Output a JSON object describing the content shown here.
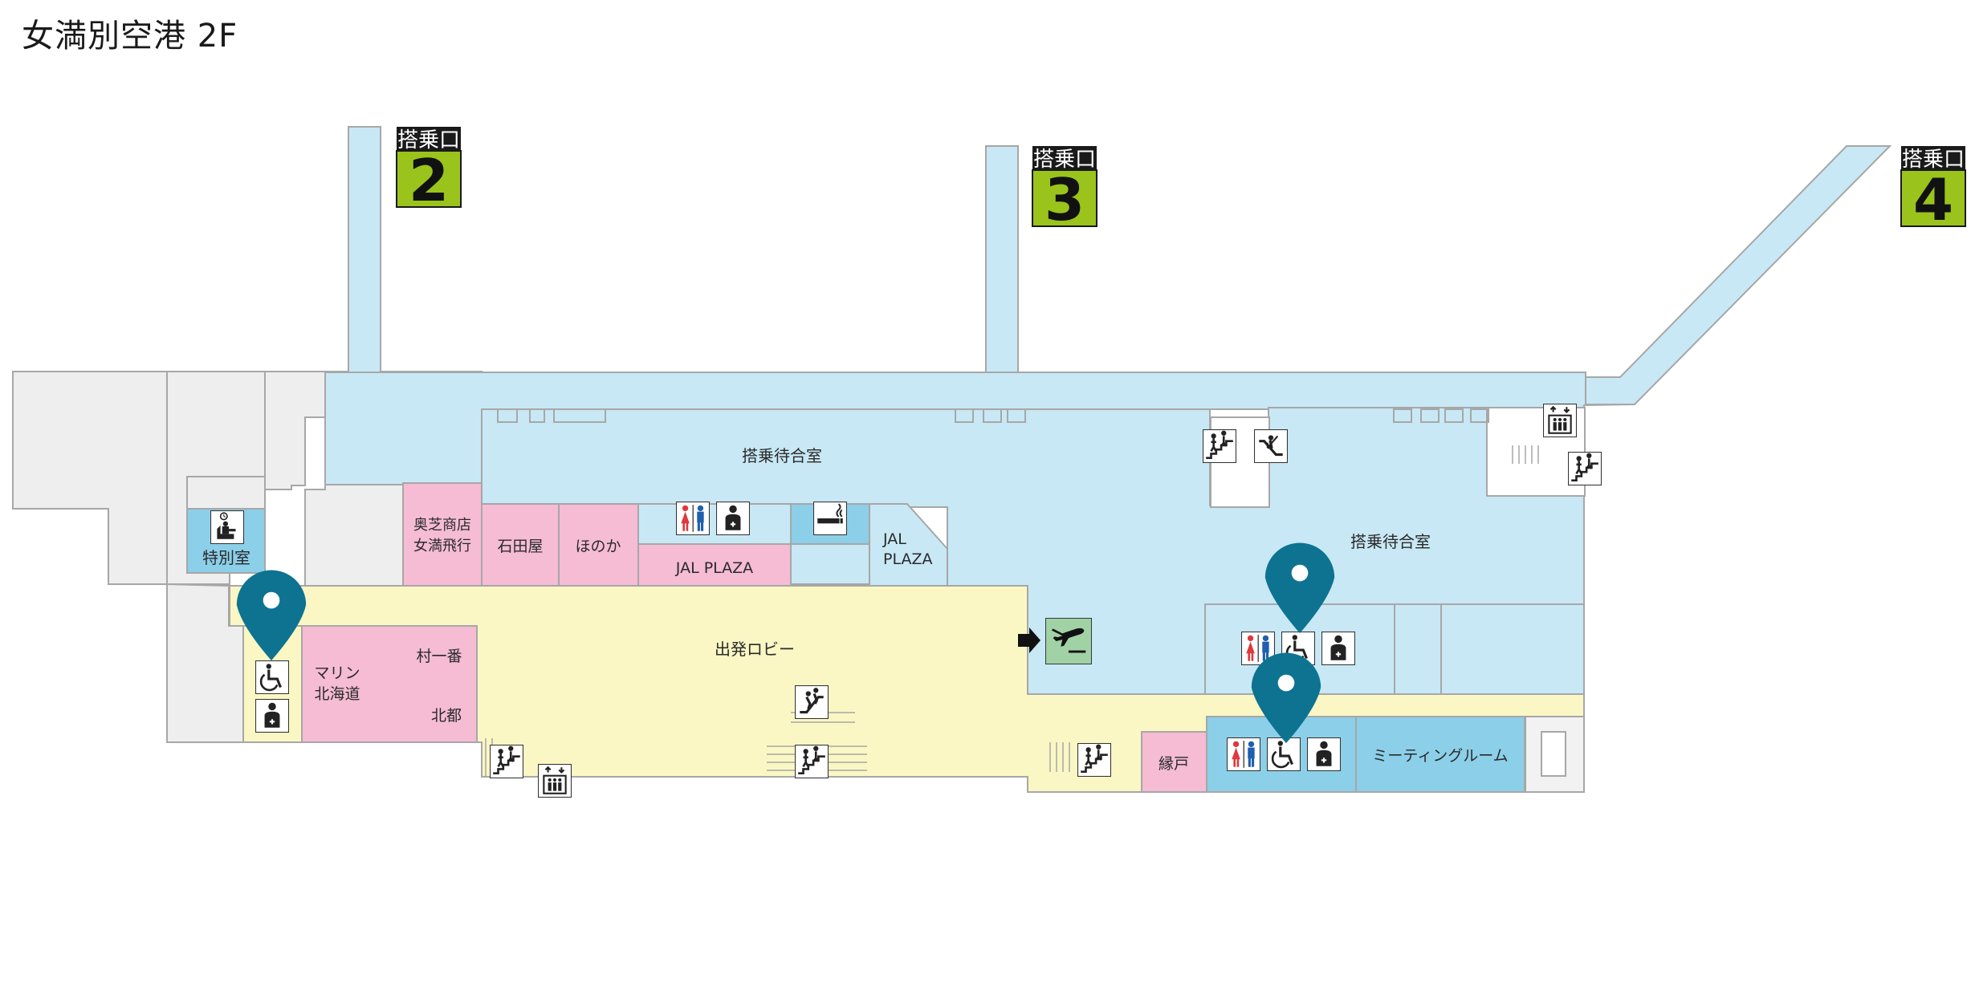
{
  "title": "女満別空港 2F",
  "gates": [
    {
      "label": "搭乗口",
      "number": "2"
    },
    {
      "label": "搭乗口",
      "number": "3"
    },
    {
      "label": "搭乗口",
      "number": "4"
    }
  ],
  "rooms": {
    "boarding_lounge_1": "搭乗待合室",
    "boarding_lounge_2": "搭乗待合室",
    "departure_lobby": "出発ロビー",
    "special_room": "特別室",
    "shop_okushiba_line1": "奥芝商店",
    "shop_okushiba_line2": "女満飛行",
    "shop_ishidaya": "石田屋",
    "shop_honoka": "ほのか",
    "jal_plaza_1": "JAL PLAZA",
    "jal_plaza_2_line1": "JAL",
    "jal_plaza_2_line2": "PLAZA",
    "shop_marine_line1": "マリン",
    "shop_marine_line2": "北海道",
    "shop_muraichiban": "村一番",
    "shop_hokuto": "北都",
    "shop_enishido": "縁戸",
    "meeting_room": "ミーティングルーム"
  },
  "colors": {
    "airside": "#c8e8f5",
    "lobby": "#faf7c4",
    "shop": "#f5bcd4",
    "facility": "#8ccfe8",
    "back_office": "#eeeeee",
    "gate_green": "#9ac31c",
    "pin": "#0d7391",
    "gate_departure_sign": "#a0d2a6"
  },
  "icons": {
    "restroom": "restroom-icon",
    "accessible": "wheelchair-icon",
    "nursing": "nursing-room-icon",
    "smoking": "smoking-icon",
    "escalator": "escalator-icon",
    "stairs": "stairs-icon",
    "elevator": "elevator-icon",
    "departure": "departure-gate-icon",
    "lounge": "lounge-icon",
    "pin": "location-pin-icon"
  }
}
